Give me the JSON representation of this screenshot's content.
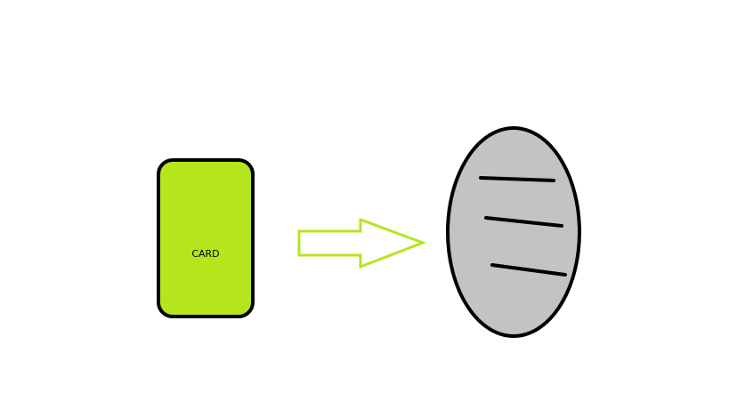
{
  "card": {
    "label": "CARD",
    "fill_color": "#b5e61d",
    "border_color": "#000000"
  },
  "arrow": {
    "direction": "right",
    "stroke_color": "#b5e61d",
    "fill_color": "#ffffff"
  },
  "reader": {
    "shape": "ellipse",
    "fill_color": "#c3c3c3",
    "border_color": "#000000",
    "slot_lines": 3
  }
}
